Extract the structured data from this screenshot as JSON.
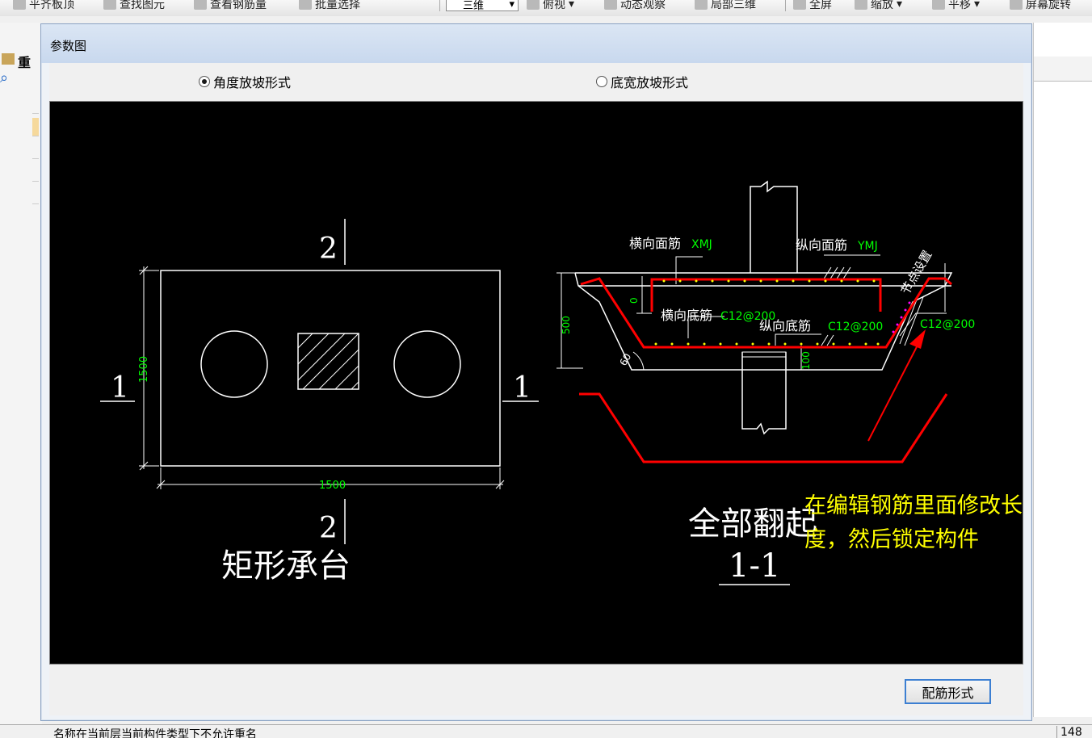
{
  "toolbar": {
    "items": [
      "平齐板顶",
      "查找图元",
      "查看钢筋量",
      "批量选择",
      "俯视",
      "动态观察",
      "局部三维",
      "全屏",
      "缩放",
      "平移",
      "屏幕旋转"
    ],
    "view_combo": "三维"
  },
  "side": {
    "label": "重"
  },
  "dialog": {
    "title": "参数图",
    "radio_angle": "角度放坡形式",
    "radio_width": "底宽放坡形式",
    "rebar_button": "配筋形式"
  },
  "drawing": {
    "plan": {
      "section_2_top": "2",
      "section_2_bottom": "2",
      "section_1_left": "1",
      "section_1_right": "1",
      "dim_height": "1500",
      "dim_width": "1500",
      "title": "矩形承台"
    },
    "section": {
      "label_horizontal_top": "横向面筋",
      "label_horizontal_top_code": "XMJ",
      "label_vertical_top": "纵向面筋",
      "label_vertical_top_code": "YMJ",
      "label_node": "节点设置",
      "label_horizontal_bottom": "横向底筋",
      "label_horizontal_bottom_spec": "C12@200",
      "label_vertical_bottom": "纵向底筋",
      "label_vertical_bottom_spec": "C12@200",
      "label_side_spec": "C12@200",
      "dim_zero": "0",
      "dim_500": "500",
      "dim_60": "60",
      "dim_100": "100",
      "title": "全部翻起",
      "section_name": "1-1"
    },
    "annotation": "在编辑钢筋里面修改长度，然后锁定构件"
  },
  "status": {
    "message": "名称在当前层当前构件类型下不允许重名",
    "coord": "148"
  },
  "colors": {
    "rebar": "#ff0000",
    "dim": "#00ff00",
    "annotation": "#ffff00",
    "button_border": "#3c7fd2"
  }
}
